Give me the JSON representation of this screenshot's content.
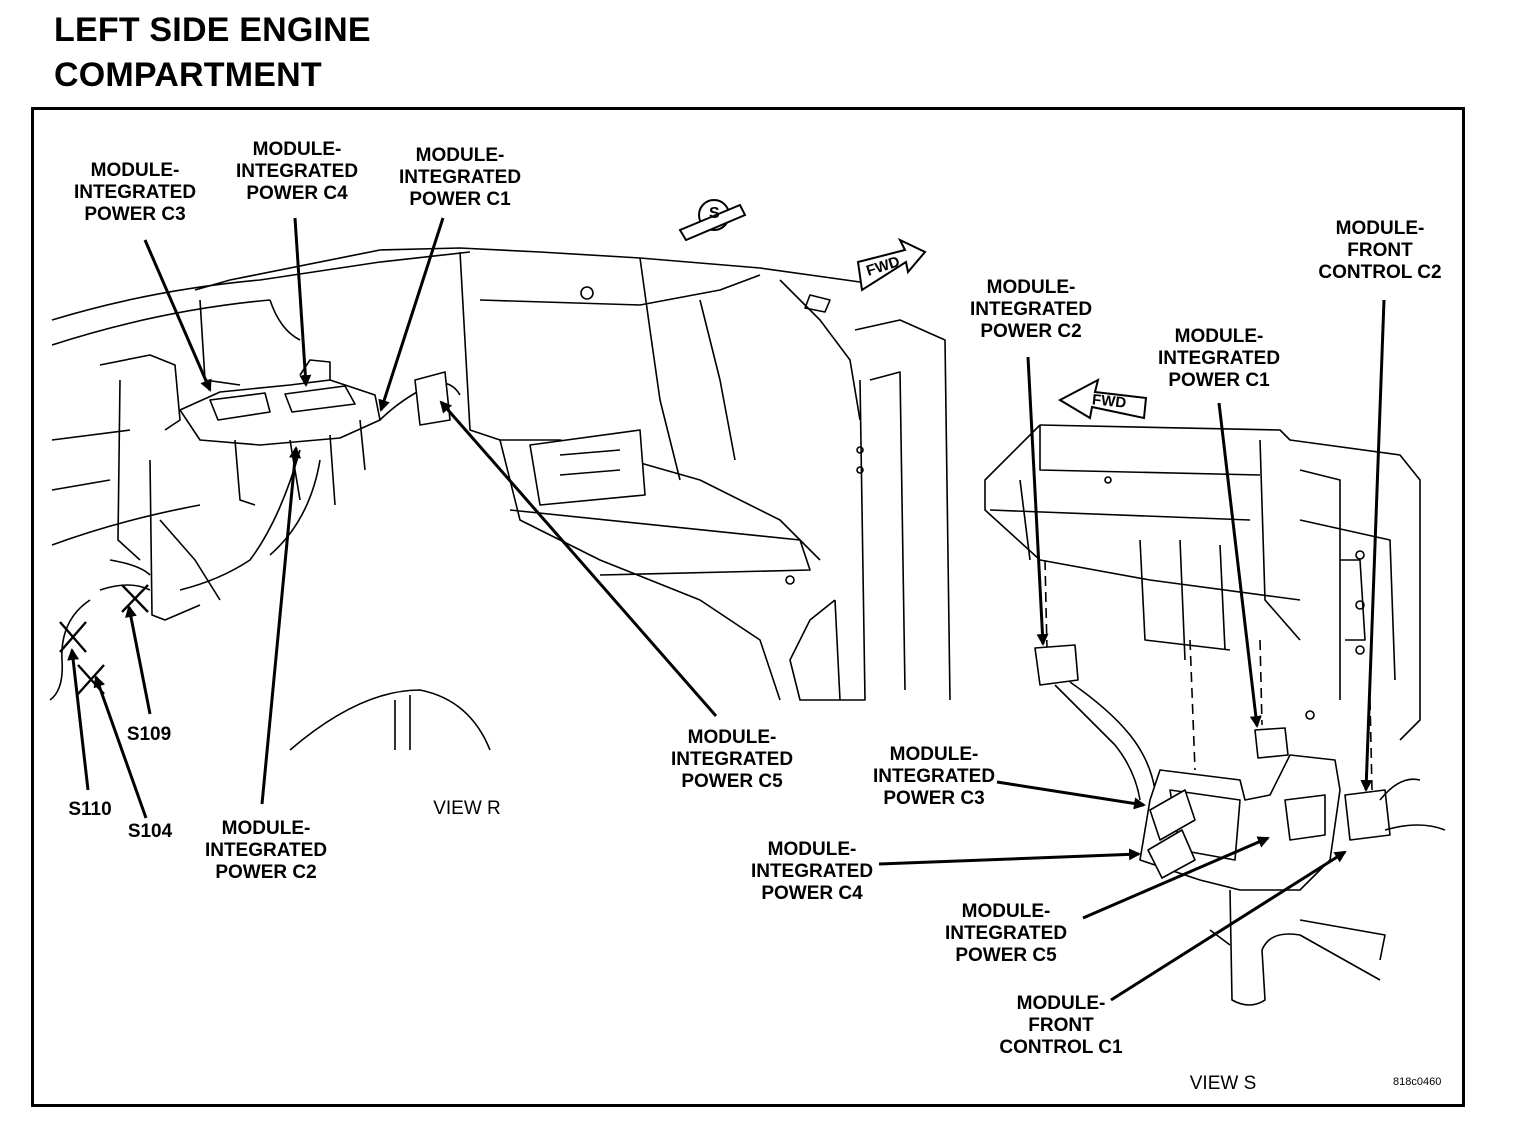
{
  "title": "LEFT SIDE ENGINE\nCOMPARTMENT",
  "view_r": "VIEW R",
  "view_s": "VIEW S",
  "figure_code": "818c0460",
  "fwd_label": "FWD",
  "s_marker": "S",
  "callouts": {
    "r_c3": "MODULE-\nINTEGRATED\nPOWER C3",
    "r_c4": "MODULE-\nINTEGRATED\nPOWER C4",
    "r_c1": "MODULE-\nINTEGRATED\nPOWER C1",
    "r_c5": "MODULE-\nINTEGRATED\nPOWER C5",
    "r_c2": "MODULE-\nINTEGRATED\nPOWER C2",
    "s109": "S109",
    "s110": "S110",
    "s104": "S104",
    "s_c2": "MODULE-\nINTEGRATED\nPOWER C2",
    "s_c1": "MODULE-\nINTEGRATED\nPOWER C1",
    "s_fc2": "MODULE-\nFRONT\nCONTROL C2",
    "s_c3": "MODULE-\nINTEGRATED\nPOWER C3",
    "s_c4": "MODULE-\nINTEGRATED\nPOWER C4",
    "s_c5": "MODULE-\nINTEGRATED\nPOWER C5",
    "s_fc1": "MODULE-\nFRONT\nCONTROL C1"
  }
}
